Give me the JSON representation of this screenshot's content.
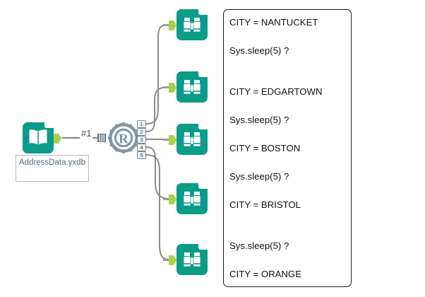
{
  "app": {
    "name": "Alteryx Designer Canvas",
    "background_color": "#FFFFFF"
  },
  "colors": {
    "tool_teal": "#0B9B89",
    "anchor_green": "#A9D04A",
    "wire_gray": "#8A8A8A",
    "r_tool_gray": "#7E8D99",
    "label_text": "#5C6B80",
    "panel_border": "#1A1A1A"
  },
  "input_tool": {
    "icon": "open-book-icon",
    "tool_type": "Input Data",
    "label": "AddressData.yxdb"
  },
  "connection": {
    "label": "#1"
  },
  "r_tool": {
    "icon": "r-gear-icon",
    "tool_type": "R",
    "input_anchor": "r-input-anchor",
    "output_anchors": [
      {
        "number": "1"
      },
      {
        "number": "2"
      },
      {
        "number": "3"
      },
      {
        "number": "4"
      },
      {
        "number": "5"
      }
    ]
  },
  "browse_tools": [
    {
      "icon": "binoculars-icon",
      "tool_type": "Browse",
      "anchor_number": "1"
    },
    {
      "icon": "binoculars-icon",
      "tool_type": "Browse",
      "anchor_number": "2"
    },
    {
      "icon": "binoculars-icon",
      "tool_type": "Browse",
      "anchor_number": "3"
    },
    {
      "icon": "binoculars-icon",
      "tool_type": "Browse",
      "anchor_number": "4"
    },
    {
      "icon": "binoculars-icon",
      "tool_type": "Browse",
      "anchor_number": "5"
    }
  ],
  "results_panel": {
    "lines": [
      {
        "text": "CITY = NANTUCKET",
        "gap_after": false
      },
      {
        "text": "Sys.sleep(5) ?",
        "gap_after": true
      },
      {
        "text": "CITY = EDGARTOWN",
        "gap_after": false
      },
      {
        "text": "Sys.sleep(5) ?",
        "gap_after": false
      },
      {
        "text": "CITY = BOSTON",
        "gap_after": false
      },
      {
        "text": "Sys.sleep(5) ?",
        "gap_after": false
      },
      {
        "text": "CITY = BRISTOL",
        "gap_after": true
      },
      {
        "text": "Sys.sleep(5) ?",
        "gap_after": false
      },
      {
        "text": "CITY = ORANGE",
        "gap_after": false
      }
    ]
  }
}
